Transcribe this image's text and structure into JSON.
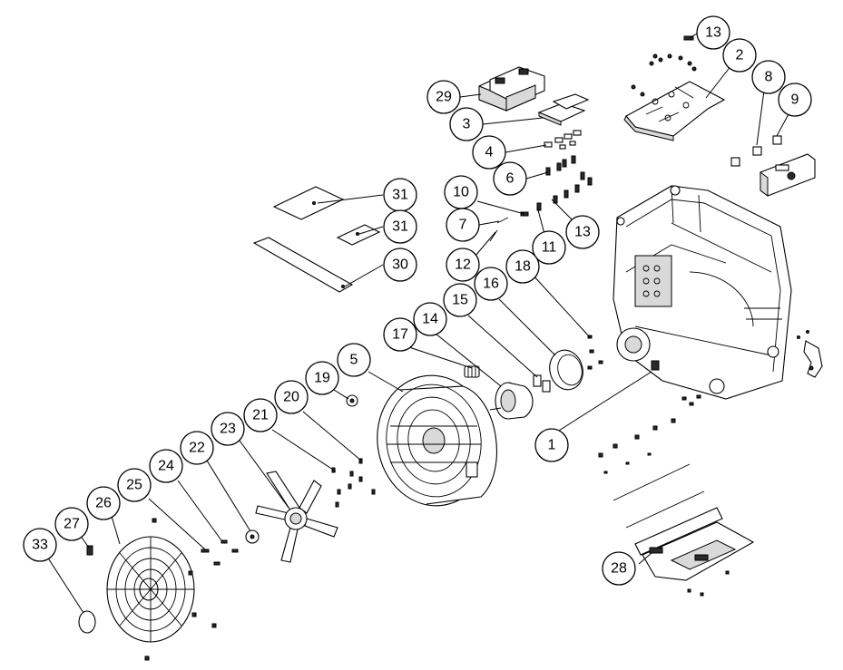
{
  "diagram": {
    "callouts": [
      {
        "id": "c1",
        "label": "1"
      },
      {
        "id": "c2",
        "label": "2"
      },
      {
        "id": "c3",
        "label": "3"
      },
      {
        "id": "c4",
        "label": "4"
      },
      {
        "id": "c5",
        "label": "5"
      },
      {
        "id": "c6",
        "label": "6"
      },
      {
        "id": "c7",
        "label": "7"
      },
      {
        "id": "c8",
        "label": "8"
      },
      {
        "id": "c9",
        "label": "9"
      },
      {
        "id": "c10",
        "label": "10"
      },
      {
        "id": "c11",
        "label": "11"
      },
      {
        "id": "c12",
        "label": "12"
      },
      {
        "id": "c13a",
        "label": "13"
      },
      {
        "id": "c13b",
        "label": "13"
      },
      {
        "id": "c14",
        "label": "14"
      },
      {
        "id": "c15",
        "label": "15"
      },
      {
        "id": "c16",
        "label": "16"
      },
      {
        "id": "c17",
        "label": "17"
      },
      {
        "id": "c18",
        "label": "18"
      },
      {
        "id": "c19",
        "label": "19"
      },
      {
        "id": "c20",
        "label": "20"
      },
      {
        "id": "c21",
        "label": "21"
      },
      {
        "id": "c22",
        "label": "22"
      },
      {
        "id": "c23",
        "label": "23"
      },
      {
        "id": "c24",
        "label": "24"
      },
      {
        "id": "c25",
        "label": "25"
      },
      {
        "id": "c26",
        "label": "26"
      },
      {
        "id": "c27",
        "label": "27"
      },
      {
        "id": "c28",
        "label": "28"
      },
      {
        "id": "c29",
        "label": "29"
      },
      {
        "id": "c30",
        "label": "30"
      },
      {
        "id": "c31",
        "label": "31"
      },
      {
        "id": "c32",
        "label": "32"
      },
      {
        "id": "c33",
        "label": "33"
      }
    ]
  }
}
